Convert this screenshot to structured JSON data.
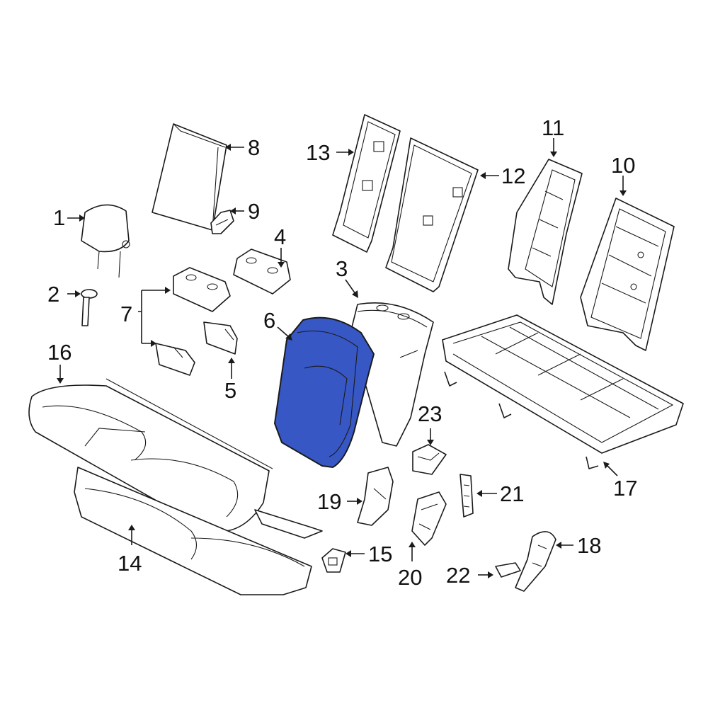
{
  "colors": {
    "highlight": "#3757c4",
    "line": "#1a1a1a",
    "background": "#ffffff"
  },
  "callouts": {
    "c1": "1",
    "c2": "2",
    "c3": "3",
    "c4": "4",
    "c5": "5",
    "c6": "6",
    "c7": "7",
    "c8": "8",
    "c9": "9",
    "c10": "10",
    "c11": "11",
    "c12": "12",
    "c13": "13",
    "c14": "14",
    "c15": "15",
    "c16": "16",
    "c17": "17",
    "c18": "18",
    "c19": "19",
    "c20": "20",
    "c21": "21",
    "c22": "22",
    "c23": "23"
  }
}
